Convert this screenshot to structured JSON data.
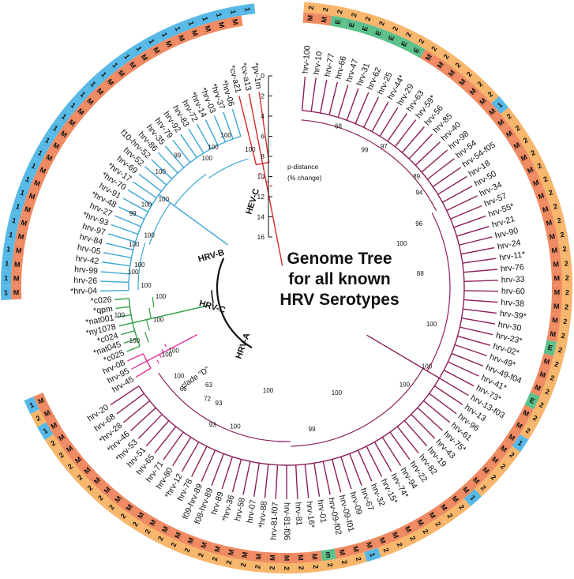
{
  "title_lines": [
    "Genome Tree",
    "for all known",
    "HRV Serotypes"
  ],
  "scale": {
    "label_lines": [
      "p-distance",
      "(% change)"
    ],
    "ticks": [
      "0",
      "2",
      "4",
      "6",
      "8",
      "10",
      "12",
      "14",
      "16"
    ]
  },
  "clade_labels": {
    "hev_c": "HEV-C",
    "hrv_b": "HRV-B",
    "hrv_c": "HRV-C",
    "hrv_a": "HRV-A",
    "clade_d": "clade \"D\""
  },
  "colors": {
    "hev_c": "#d42b2b",
    "hrv_b": "#3ba6d4",
    "hrv_c": "#2f9e44",
    "hrv_a": "#8c1f5a",
    "clade_d": "#e2329a",
    "band_blue": "#58b9e6",
    "band_orange": "#f7b66c",
    "band_salmon": "#ef8a62",
    "band_green": "#5cc08a"
  },
  "leaves": [
    {
      "label": "hrv-100",
      "clade": "a",
      "outer": "2",
      "inner": "M",
      "oc": "orange"
    },
    {
      "label": "hrv-10",
      "clade": "a",
      "outer": "2",
      "inner": "M",
      "oc": "orange"
    },
    {
      "label": "hrv-77",
      "clade": "a",
      "outer": "2",
      "inner": "E",
      "oc": "orange"
    },
    {
      "label": "hrv-66",
      "clade": "a",
      "outer": "2",
      "inner": "E",
      "oc": "orange"
    },
    {
      "label": "hrv-47",
      "clade": "a",
      "outer": "2",
      "inner": "E",
      "oc": "orange"
    },
    {
      "label": "hrv-31",
      "clade": "a",
      "outer": "2",
      "inner": "E",
      "oc": "orange"
    },
    {
      "label": "hrv-62",
      "clade": "a",
      "outer": "2",
      "inner": "E",
      "oc": "orange"
    },
    {
      "label": "hrv-25",
      "clade": "a",
      "outer": "2",
      "inner": "E",
      "oc": "orange"
    },
    {
      "label": "hrv-44*",
      "clade": "a",
      "outer": "2",
      "inner": "E",
      "oc": "orange"
    },
    {
      "label": "hrv-29",
      "clade": "a",
      "outer": "2",
      "inner": "M",
      "oc": "orange"
    },
    {
      "label": "hrv-63",
      "clade": "a",
      "outer": "2",
      "inner": "M",
      "oc": "orange"
    },
    {
      "label": "hrv-59*",
      "clade": "a",
      "outer": "2",
      "inner": "M",
      "oc": "orange"
    },
    {
      "label": "hrv-56",
      "clade": "a",
      "outer": "2",
      "inner": "M",
      "oc": "orange"
    },
    {
      "label": "hrv-85",
      "clade": "a",
      "outer": "2",
      "inner": "M",
      "oc": "orange"
    },
    {
      "label": "hrv-40",
      "clade": "a",
      "outer": "2",
      "inner": "M",
      "oc": "orange"
    },
    {
      "label": "hrv-98",
      "clade": "a",
      "outer": "1",
      "inner": "M",
      "oc": "blue"
    },
    {
      "label": "hrv-54",
      "clade": "a",
      "outer": "2",
      "inner": "M",
      "oc": "orange"
    },
    {
      "label": "hrv-54-f05",
      "clade": "a",
      "outer": "2",
      "inner": "M",
      "oc": "orange"
    },
    {
      "label": "hrv-18",
      "clade": "a",
      "outer": "2",
      "inner": "M",
      "oc": "orange"
    },
    {
      "label": "hrv-50",
      "clade": "a",
      "outer": "2",
      "inner": "M",
      "oc": "orange"
    },
    {
      "label": "hrv-34",
      "clade": "a",
      "outer": "2",
      "inner": "M",
      "oc": "orange"
    },
    {
      "label": "hrv-57",
      "clade": "a",
      "outer": "2",
      "inner": "M",
      "oc": "orange"
    },
    {
      "label": "hrv-55*",
      "clade": "a",
      "outer": "2",
      "inner": "M",
      "oc": "orange"
    },
    {
      "label": "hrv-21",
      "clade": "a",
      "outer": "2",
      "inner": "M",
      "oc": "orange"
    },
    {
      "label": "hrv-90",
      "clade": "a",
      "outer": "2",
      "inner": "M",
      "oc": "orange"
    },
    {
      "label": "hrv-24",
      "clade": "a",
      "outer": "2",
      "inner": "M",
      "oc": "orange"
    },
    {
      "label": "hrv-11*",
      "clade": "a",
      "outer": "2",
      "inner": "M",
      "oc": "orange"
    },
    {
      "label": "hrv-76",
      "clade": "a",
      "outer": "2",
      "inner": "M",
      "oc": "orange"
    },
    {
      "label": "hrv-33",
      "clade": "a",
      "outer": "2",
      "inner": "M",
      "oc": "orange"
    },
    {
      "label": "hrv-60",
      "clade": "a",
      "outer": "2",
      "inner": "M",
      "oc": "orange"
    },
    {
      "label": "hrv-38",
      "clade": "a",
      "outer": "2",
      "inner": "M",
      "oc": "orange"
    },
    {
      "label": "hrv-39*",
      "clade": "a",
      "outer": "2",
      "inner": "M",
      "oc": "orange"
    },
    {
      "label": "hrv-30",
      "clade": "a",
      "outer": "2",
      "inner": "M",
      "oc": "orange"
    },
    {
      "label": "hrv-23*",
      "clade": "a",
      "outer": "2",
      "inner": "E",
      "oc": "orange"
    },
    {
      "label": "hrv-02*",
      "clade": "a",
      "outer": "2",
      "inner": "M",
      "oc": "orange"
    },
    {
      "label": "hrv-49*",
      "clade": "a",
      "outer": "2",
      "inner": "M",
      "oc": "orange"
    },
    {
      "label": "hrv-49-f04",
      "clade": "a",
      "outer": "2",
      "inner": "M",
      "oc": "orange"
    },
    {
      "label": "hrv-41*",
      "clade": "a",
      "outer": "2",
      "inner": "E",
      "oc": "orange"
    },
    {
      "label": "hrv-73*",
      "clade": "a",
      "outer": "2",
      "inner": "M",
      "oc": "orange"
    },
    {
      "label": "hrv-13-f03",
      "clade": "a",
      "outer": "2",
      "inner": "M",
      "oc": "orange"
    },
    {
      "label": "hrv-13",
      "clade": "a",
      "outer": "1",
      "inner": "M",
      "oc": "blue"
    },
    {
      "label": "hrv-96",
      "clade": "a",
      "outer": "2",
      "inner": "M",
      "oc": "orange"
    },
    {
      "label": "hrv-61",
      "clade": "a",
      "outer": "2",
      "inner": "M",
      "oc": "orange"
    },
    {
      "label": "hrv-75*",
      "clade": "a",
      "outer": "2",
      "inner": "M",
      "oc": "orange"
    },
    {
      "label": "hrv-43",
      "clade": "a",
      "outer": "2",
      "inner": "M",
      "oc": "orange"
    },
    {
      "label": "hrv-19",
      "clade": "a",
      "outer": "1",
      "inner": "M",
      "oc": "blue"
    },
    {
      "label": "hrv-82",
      "clade": "a",
      "outer": "2",
      "inner": "M",
      "oc": "orange"
    },
    {
      "label": "hrv-22",
      "clade": "a",
      "outer": "2",
      "inner": "M",
      "oc": "orange"
    },
    {
      "label": "hrv-94",
      "clade": "a",
      "outer": "2",
      "inner": "M",
      "oc": "orange"
    },
    {
      "label": "hrv-74*",
      "clade": "a",
      "outer": "2",
      "inner": "M",
      "oc": "orange"
    },
    {
      "label": "hrv-15*",
      "clade": "a",
      "outer": "2",
      "inner": "M",
      "oc": "orange"
    },
    {
      "label": "hrv-32",
      "clade": "a",
      "outer": "2",
      "inner": "M",
      "oc": "orange"
    },
    {
      "label": "hrv-67",
      "clade": "a",
      "outer": "2",
      "inner": "M",
      "oc": "orange"
    },
    {
      "label": "hrv-09",
      "clade": "a",
      "outer": "1",
      "inner": "M",
      "oc": "blue"
    },
    {
      "label": "hrv-09-f01",
      "clade": "a",
      "outer": "2",
      "inner": "M",
      "oc": "orange"
    },
    {
      "label": "hrv-09-f02",
      "clade": "a",
      "outer": "2",
      "inner": "M",
      "oc": "orange"
    },
    {
      "label": "hrv-01",
      "clade": "a",
      "outer": "2",
      "inner": "m",
      "oc": "orange"
    },
    {
      "label": "hrv-16*",
      "clade": "a",
      "outer": "2",
      "inner": "M",
      "oc": "orange"
    },
    {
      "label": "hrv-81",
      "clade": "a",
      "outer": "2",
      "inner": "M",
      "oc": "orange"
    },
    {
      "label": "hrv-81-f06",
      "clade": "a",
      "outer": "2",
      "inner": "M",
      "oc": "orange"
    },
    {
      "label": "hrv-81-f07",
      "clade": "a",
      "outer": "2",
      "inner": "M",
      "oc": "orange"
    },
    {
      "label": "*hrv-88",
      "clade": "a",
      "outer": "2",
      "inner": "M",
      "oc": "orange"
    },
    {
      "label": "hrv-07",
      "clade": "a",
      "outer": "2",
      "inner": "M",
      "oc": "orange"
    },
    {
      "label": "hrv-58",
      "clade": "a",
      "outer": "2",
      "inner": "M",
      "oc": "orange"
    },
    {
      "label": "*hrv-36",
      "clade": "a",
      "outer": "2",
      "inner": "M",
      "oc": "orange"
    },
    {
      "label": "hrv-89",
      "clade": "a",
      "outer": "2",
      "inner": "M",
      "oc": "orange"
    },
    {
      "label": "f08-hrv-89",
      "clade": "a",
      "outer": "2",
      "inner": "M",
      "oc": "orange"
    },
    {
      "label": "f09-hrv-89",
      "clade": "a",
      "outer": "2",
      "inner": "M",
      "oc": "orange"
    },
    {
      "label": "hrv-78",
      "clade": "a",
      "outer": "2",
      "inner": "M",
      "oc": "orange"
    },
    {
      "label": "*hrv-12",
      "clade": "a",
      "outer": "2",
      "inner": "M",
      "oc": "orange"
    },
    {
      "label": "hrv-80",
      "clade": "a",
      "outer": "2",
      "inner": "M",
      "oc": "orange"
    },
    {
      "label": "hrv-71",
      "clade": "a",
      "outer": "2",
      "inner": "M",
      "oc": "orange"
    },
    {
      "label": "hrv-65",
      "clade": "a",
      "outer": "2",
      "inner": "M",
      "oc": "orange"
    },
    {
      "label": "hrv-51",
      "clade": "a",
      "outer": "2",
      "inner": "M",
      "oc": "orange"
    },
    {
      "label": "*hrv-53",
      "clade": "a",
      "outer": "2",
      "inner": "M",
      "oc": "orange"
    },
    {
      "label": "*hrv-46",
      "clade": "a",
      "outer": "2",
      "inner": "M",
      "oc": "orange"
    },
    {
      "label": "*hrv-28",
      "clade": "a",
      "outer": "2",
      "inner": "M",
      "oc": "orange"
    },
    {
      "label": "hrv-68",
      "clade": "a",
      "outer": "2",
      "inner": "M",
      "oc": "orange"
    },
    {
      "label": "hrv-20",
      "clade": "a",
      "outer": "2",
      "inner": "M",
      "oc": "orange"
    },
    {
      "label": "hrv-45",
      "clade": "d",
      "outer": "1",
      "inner": "M",
      "oc": "blue"
    },
    {
      "label": "hrv-95",
      "clade": "d",
      "outer": "2",
      "inner": "M",
      "oc": "orange"
    },
    {
      "label": "hrv-08",
      "clade": "d",
      "outer": "1",
      "inner": "M",
      "oc": "blue"
    },
    {
      "label": "*c025",
      "clade": "c",
      "outer": "",
      "inner": "",
      "oc": "none"
    },
    {
      "label": "*nat045",
      "clade": "c",
      "outer": "",
      "inner": "",
      "oc": "none"
    },
    {
      "label": "*c024",
      "clade": "c",
      "outer": "",
      "inner": "",
      "oc": "none"
    },
    {
      "label": "*ny1078",
      "clade": "c",
      "outer": "",
      "inner": "",
      "oc": "none"
    },
    {
      "label": "*nat001",
      "clade": "c",
      "outer": "",
      "inner": "",
      "oc": "none"
    },
    {
      "label": "*qpm",
      "clade": "c",
      "outer": "",
      "inner": "",
      "oc": "none"
    },
    {
      "label": "*c026",
      "clade": "c",
      "outer": "",
      "inner": "",
      "oc": "none"
    },
    {
      "label": "*hrv-04",
      "clade": "b",
      "outer": "1",
      "inner": "M",
      "oc": "blue"
    },
    {
      "label": "hrv-26",
      "clade": "b",
      "outer": "1",
      "inner": "M",
      "oc": "blue"
    },
    {
      "label": "hrv-99",
      "clade": "b",
      "outer": "1",
      "inner": "M",
      "oc": "blue"
    },
    {
      "label": "hrv-42",
      "clade": "b",
      "outer": "1",
      "inner": "M",
      "oc": "blue"
    },
    {
      "label": "hrv-05",
      "clade": "b",
      "outer": "1",
      "inner": "M",
      "oc": "blue"
    },
    {
      "label": "hrv-84",
      "clade": "b",
      "outer": "1",
      "inner": "M",
      "oc": "blue"
    },
    {
      "label": "hrv-97",
      "clade": "b",
      "outer": "1",
      "inner": "M",
      "oc": "blue"
    },
    {
      "label": "*hrv-93",
      "clade": "b",
      "outer": "1",
      "inner": "M",
      "oc": "blue"
    },
    {
      "label": "hrv-27",
      "clade": "b",
      "outer": "1",
      "inner": "M",
      "oc": "blue"
    },
    {
      "label": "*hrv-48",
      "clade": "b",
      "outer": "1",
      "inner": "M",
      "oc": "blue"
    },
    {
      "label": "hrv-91",
      "clade": "b",
      "outer": "1",
      "inner": "M",
      "oc": "blue"
    },
    {
      "label": "*hrv-70",
      "clade": "b",
      "outer": "1",
      "inner": "M",
      "oc": "blue"
    },
    {
      "label": "*hrv-17",
      "clade": "b",
      "outer": "1",
      "inner": "M",
      "oc": "blue"
    },
    {
      "label": "hrv-69",
      "clade": "b",
      "outer": "1",
      "inner": "M",
      "oc": "blue"
    },
    {
      "label": "hrv-52",
      "clade": "b",
      "outer": "1",
      "inner": "M",
      "oc": "blue"
    },
    {
      "label": "f10-hrv-52",
      "clade": "b",
      "outer": "1",
      "inner": "M",
      "oc": "blue"
    },
    {
      "label": "hrv-86",
      "clade": "b",
      "outer": "1",
      "inner": "M",
      "oc": "blue"
    },
    {
      "label": "hrv-35",
      "clade": "b",
      "outer": "1",
      "inner": "M",
      "oc": "blue"
    },
    {
      "label": "hrv-79",
      "clade": "b",
      "outer": "1",
      "inner": "M",
      "oc": "blue"
    },
    {
      "label": "hrv-92",
      "clade": "b",
      "outer": "1",
      "inner": "M",
      "oc": "blue"
    },
    {
      "label": "hrv-83",
      "clade": "b",
      "outer": "1",
      "inner": "M",
      "oc": "blue"
    },
    {
      "label": "hrv-72",
      "clade": "b",
      "outer": "1",
      "inner": "M",
      "oc": "blue"
    },
    {
      "label": "*hrv-14",
      "clade": "b",
      "outer": "1",
      "inner": "M",
      "oc": "blue"
    },
    {
      "label": "*hrv-03",
      "clade": "b",
      "outer": "1",
      "inner": "M",
      "oc": "blue"
    },
    {
      "label": "*hrv-37",
      "clade": "b",
      "outer": "1",
      "inner": "M",
      "oc": "blue"
    },
    {
      "label": "*hrv-06",
      "clade": "b",
      "outer": "1",
      "inner": "M",
      "oc": "blue"
    },
    {
      "label": "*cv-a21",
      "clade": "e",
      "outer": "1",
      "inner": "M",
      "oc": "blue"
    },
    {
      "label": "*cv-a13",
      "clade": "e",
      "outer": "1",
      "inner": "M",
      "oc": "blue"
    },
    {
      "label": "*pv-1m",
      "clade": "e",
      "outer": "1",
      "inner": "",
      "oc": "blue"
    }
  ],
  "bootstrap": [
    "68",
    "97",
    "99",
    "89",
    "94",
    "96",
    "88",
    "100",
    "100",
    "100",
    "100",
    "99",
    "100",
    "93",
    "72",
    "66",
    "63",
    "100",
    "100",
    "100",
    "100",
    "100",
    "100",
    "99",
    "100",
    "100",
    "100",
    "99",
    "100",
    "100",
    "100",
    "100",
    "100",
    "100",
    "100",
    "100",
    "100",
    "100",
    "100",
    "93",
    "100"
  ]
}
